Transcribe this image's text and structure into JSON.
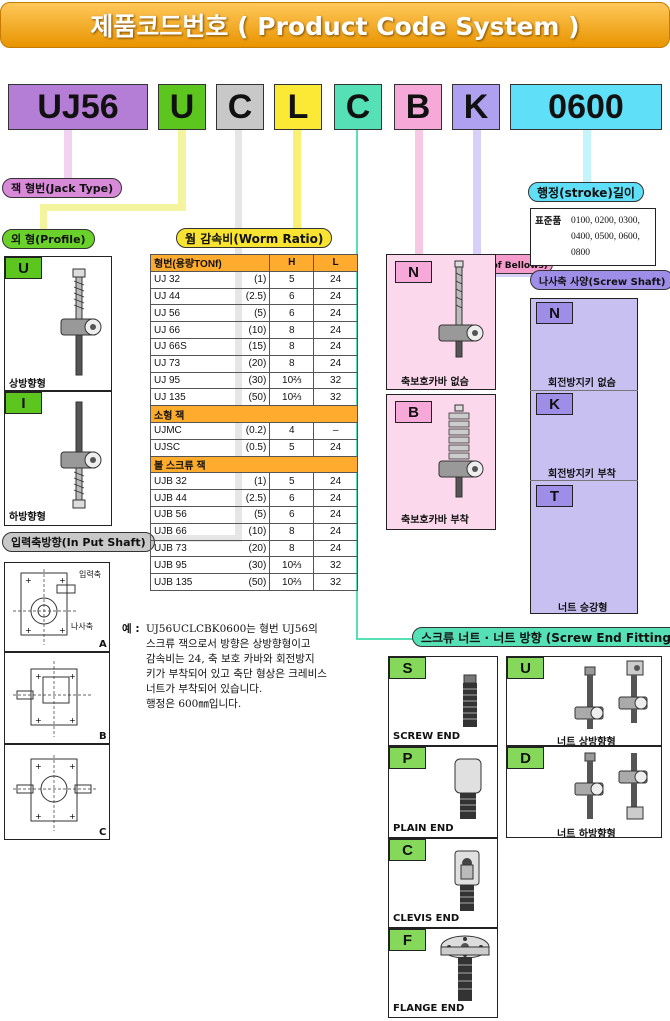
{
  "header": {
    "title": "제품코드번호 ( Product Code System )"
  },
  "code_segments": [
    "UJ56",
    "U",
    "C",
    "L",
    "C",
    "B",
    "K",
    "0600"
  ],
  "colors": {
    "header": "#f2a51c",
    "seg1": "#b57ed6",
    "seg2": "#5cc61e",
    "seg3": "#c8c8c8",
    "seg4": "#fbe936",
    "seg5": "#56e0b6",
    "seg6": "#f6a8d8",
    "seg7": "#b0a0f0",
    "seg8": "#60e0f8"
  },
  "labels": {
    "jack_type": "잭 형번(Jack Type)",
    "profile": "외 형(Profile)",
    "worm_ratio": "웜 감속비(Worm Ratio)",
    "dustproof": "축 보호 카바(Dustoproof Bellows)",
    "stroke": "행정(stroke)길이",
    "screw_shaft": "나사축 사양(Screw Shaft)",
    "input_shaft": "입력축방향(In Put Shaft)",
    "screw_end": "스크류 너트 · 너트 방향 (Screw End Fitting)"
  },
  "profile": [
    {
      "letter": "U",
      "caption": "상방향형"
    },
    {
      "letter": "I",
      "caption": "하방향형"
    }
  ],
  "worm_table": {
    "headers": [
      "형번(용량TONf)",
      "H",
      "L"
    ],
    "rows": [
      {
        "type": "row",
        "model": "UJ 32",
        "cap": "(1)",
        "h": "5",
        "l": "24"
      },
      {
        "type": "row",
        "model": "UJ 44",
        "cap": "(2.5)",
        "h": "6",
        "l": "24"
      },
      {
        "type": "row",
        "model": "UJ 56",
        "cap": "(5)",
        "h": "6",
        "l": "24"
      },
      {
        "type": "row",
        "model": "UJ 66",
        "cap": "(10)",
        "h": "8",
        "l": "24"
      },
      {
        "type": "row",
        "model": "UJ 66S",
        "cap": "(15)",
        "h": "8",
        "l": "24"
      },
      {
        "type": "row",
        "model": "UJ 73",
        "cap": "(20)",
        "h": "8",
        "l": "24"
      },
      {
        "type": "row",
        "model": "UJ 95",
        "cap": "(30)",
        "h": "10⅔",
        "l": "32"
      },
      {
        "type": "row",
        "model": "UJ 135",
        "cap": "(50)",
        "h": "10⅔",
        "l": "32"
      },
      {
        "type": "section",
        "label": "소형 잭"
      },
      {
        "type": "row",
        "model": "UJMC",
        "cap": "(0.2)",
        "h": "4",
        "l": "–"
      },
      {
        "type": "row",
        "model": "UJSC",
        "cap": "(0.5)",
        "h": "5",
        "l": "24"
      },
      {
        "type": "section",
        "label": "볼 스크류 잭"
      },
      {
        "type": "row",
        "model": "UJB 32",
        "cap": "(1)",
        "h": "5",
        "l": "24"
      },
      {
        "type": "row",
        "model": "UJB 44",
        "cap": "(2.5)",
        "h": "6",
        "l": "24"
      },
      {
        "type": "row",
        "model": "UJB 56",
        "cap": "(5)",
        "h": "6",
        "l": "24"
      },
      {
        "type": "row",
        "model": "UJB 66",
        "cap": "(10)",
        "h": "8",
        "l": "24"
      },
      {
        "type": "row",
        "model": "UJB 73",
        "cap": "(20)",
        "h": "8",
        "l": "24"
      },
      {
        "type": "row",
        "model": "UJB 95",
        "cap": "(30)",
        "h": "10⅔",
        "l": "32"
      },
      {
        "type": "row",
        "model": "UJB 135",
        "cap": "(50)",
        "h": "10⅔",
        "l": "32"
      }
    ]
  },
  "dustproof": [
    {
      "letter": "N",
      "caption": "축보호카바 없슴"
    },
    {
      "letter": "B",
      "caption": "축보호카바 부착"
    }
  ],
  "stroke": {
    "label": "표준품",
    "values": "0100, 0200, 0300, 0400, 0500, 0600, 0800"
  },
  "screw_shaft": [
    {
      "letter": "N",
      "caption": "회전방지키 없슴"
    },
    {
      "letter": "K",
      "caption": "회전방지키 부착"
    },
    {
      "letter": "T",
      "caption": "너트 승강형"
    }
  ],
  "input_shaft": {
    "options": [
      "A",
      "B",
      "C"
    ],
    "label_input": "입력축",
    "label_screw": "나사축"
  },
  "note": {
    "prefix": "예 :",
    "lines": [
      "UJ56UCLCBK0600는 형번 UJ56의",
      "스크류 잭으로서 방향은 상방향형이고",
      "감속비는 24, 축 보호 카바와 회전방지",
      "키가 부착되어 있고 축단 형상은 크레비스",
      "너트가 부착되어 있습니다.",
      "행정은 600㎜입니다."
    ]
  },
  "screw_end": [
    {
      "letter": "S",
      "caption": "SCREW END"
    },
    {
      "letter": "P",
      "caption": "PLAIN END"
    },
    {
      "letter": "C",
      "caption": "CLEVIS END"
    },
    {
      "letter": "F",
      "caption": "FLANGE END"
    }
  ],
  "nut_dir": [
    {
      "letter": "U",
      "caption": "너트 상방향형"
    },
    {
      "letter": "D",
      "caption": "너트 하방향형"
    }
  ]
}
